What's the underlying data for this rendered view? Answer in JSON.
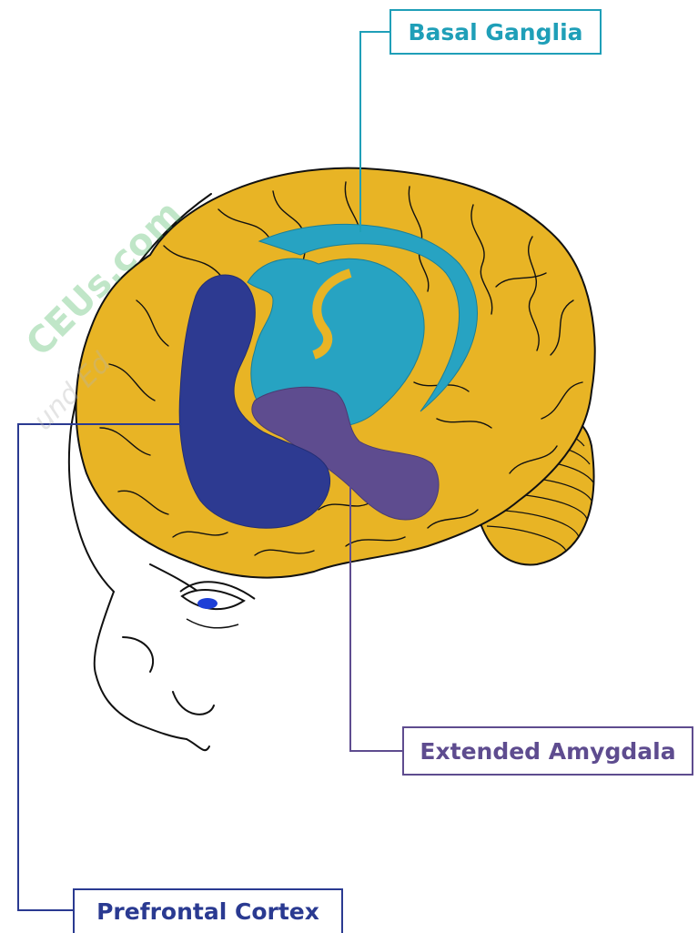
{
  "labels": {
    "basal_ganglia": "Basal Ganglia",
    "extended_amygdala": "Extended Amygdala",
    "prefrontal_cortex": "Prefrontal Cortex"
  },
  "watermark": {
    "main": "CEUs.com",
    "sub": "und Ed"
  },
  "colors": {
    "brain": "#e8b425",
    "basal_ganglia": "#27a3c2",
    "extended_amygdala": "#5e4c8f",
    "prefrontal_cortex": "#2d3a91",
    "eye": "#1d3fd6"
  }
}
